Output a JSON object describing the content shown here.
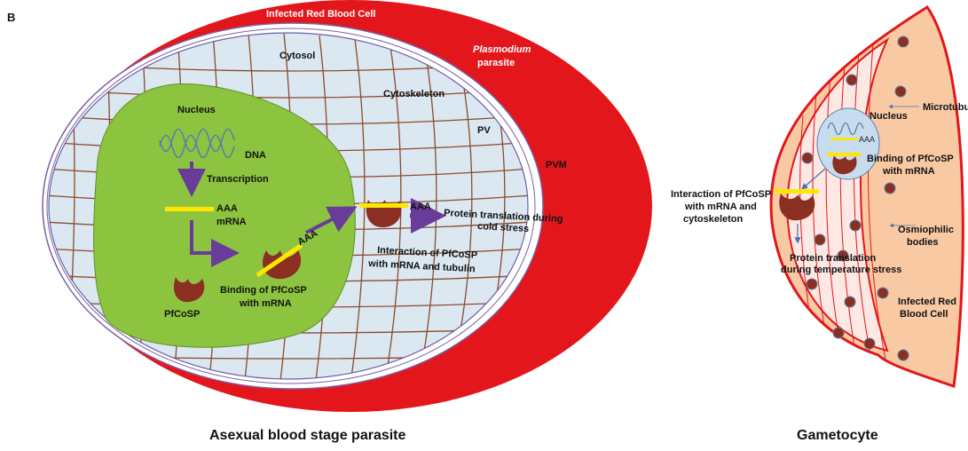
{
  "panel_label": "B",
  "left_diagram": {
    "title": "Asexual blood stage parasite",
    "infected_rbc": "Infected Red Blood Cell",
    "plasmodium_line1": "Plasmodium",
    "plasmodium_line2": "parasite",
    "cytosol": "Cytosol",
    "cytoskeleton": "Cytoskeleton",
    "pv": "PV",
    "pvm": "PVM",
    "nucleus": "Nucleus",
    "dna": "DNA",
    "transcription": "Transcription",
    "aaa_1": "AAA",
    "mrna": "mRNA",
    "aaa_2": "AAA",
    "pfcosp": "PfCoSP",
    "binding_line1": "Binding of PfCoSP",
    "binding_line2": "with mRNA",
    "aaa_3": "AAA",
    "translation_line1": "Protein translation during",
    "translation_line2": "cold stress",
    "interaction_line1": "Interaction of PfCoSP",
    "interaction_line2": "with mRNA and tubulin"
  },
  "right_diagram": {
    "title": "Gametocyte",
    "microtubules": "Microtubules",
    "nucleus": "Nucleus",
    "aaa": "AAA",
    "binding_line1": "Binding of PfCoSP",
    "binding_line2": "with mRNA",
    "interaction_line1": "Interaction of PfCoSP",
    "interaction_line2": "with mRNA and",
    "interaction_line3": "cytoskeleton",
    "osmiophilic_line1": "Osmiophilic",
    "osmiophilic_line2": "bodies",
    "translation_line1": "Protein translation",
    "translation_line2": "during temperature stress",
    "rbc_line1": "Infected Red",
    "rbc_line2": "Blood Cell"
  },
  "colors": {
    "rbc_red": "#e3161b",
    "cytosol_blue": "#dbe8f2",
    "nucleus_green": "#8cc43f",
    "mesh_brown": "#8b4a2b",
    "mrna_yellow": "#ffe800",
    "arrow_purple": "#6a3c9a",
    "protein_brown": "#8a2f22",
    "gametocyte_orange": "#f9c9a4"
  }
}
